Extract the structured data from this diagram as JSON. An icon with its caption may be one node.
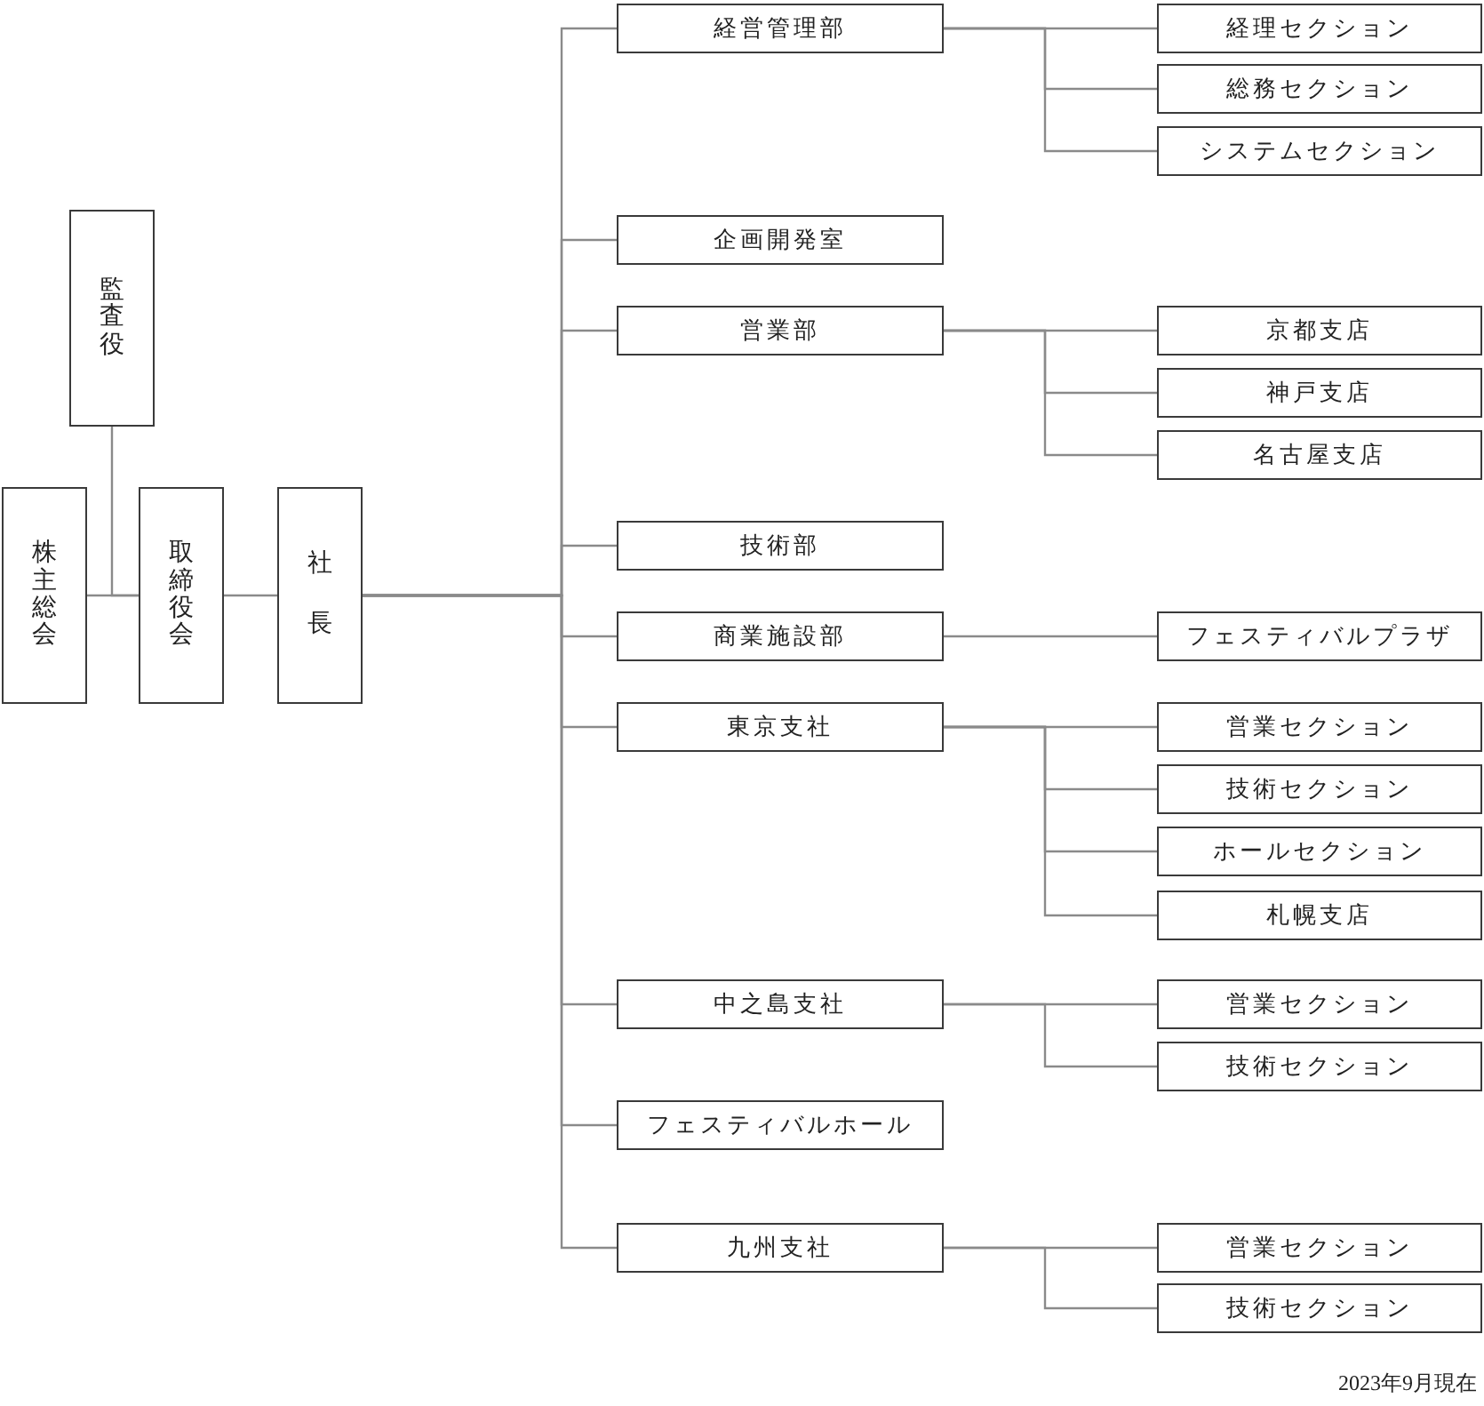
{
  "diagram": {
    "nodes": [
      {
        "text": [
          "監査役"
        ]
      },
      {
        "text": [
          "株主総会"
        ]
      },
      {
        "text": [
          "取締役会"
        ]
      },
      {
        "text": [
          "社長"
        ]
      },
      {
        "text": [
          "経営管理部"
        ]
      },
      {
        "text": [
          "企画開発室"
        ]
      },
      {
        "text": [
          "営業部"
        ]
      },
      {
        "text": [
          "技術部"
        ]
      },
      {
        "text": [
          "商業施設部"
        ]
      },
      {
        "text": [
          "東京支社"
        ]
      },
      {
        "text": [
          "中之島支社"
        ]
      },
      {
        "text": [
          "フェスティバルホール"
        ]
      },
      {
        "text": [
          "九州支社"
        ]
      },
      {
        "text": [
          "経理セクション"
        ]
      },
      {
        "text": [
          "総務セクション"
        ]
      },
      {
        "text": [
          "システムセクション"
        ]
      },
      {
        "text": [
          "京都支店"
        ]
      },
      {
        "text": [
          "神戸支店"
        ]
      },
      {
        "text": [
          "名古屋支店"
        ]
      },
      {
        "text": [
          "フェスティバルプラザ"
        ]
      },
      {
        "text": [
          "営業セクション"
        ]
      },
      {
        "text": [
          "技術セクション"
        ]
      },
      {
        "text": [
          "ホールセクション"
        ]
      },
      {
        "text": [
          "札幌支店"
        ]
      },
      {
        "text": [
          "営業セクション"
        ]
      },
      {
        "text": [
          "技術セクション"
        ]
      },
      {
        "text": [
          "営業セクション"
        ]
      },
      {
        "text": [
          "技術セクション"
        ]
      }
    ],
    "edges": [
      {
        "from": 1,
        "to": 2,
        "arrow": "none"
      },
      {
        "from": 0,
        "to": 2,
        "arrow": "none"
      },
      {
        "from": 2,
        "to": 3,
        "arrow": "none"
      },
      {
        "from": 3,
        "to": 4,
        "arrow": "none"
      },
      {
        "from": 3,
        "to": 5,
        "arrow": "none"
      },
      {
        "from": 3,
        "to": 6,
        "arrow": "none"
      },
      {
        "from": 3,
        "to": 7,
        "arrow": "none"
      },
      {
        "from": 3,
        "to": 8,
        "arrow": "none"
      },
      {
        "from": 3,
        "to": 9,
        "arrow": "none"
      },
      {
        "from": 3,
        "to": 10,
        "arrow": "none"
      },
      {
        "from": 3,
        "to": 11,
        "arrow": "none"
      },
      {
        "from": 3,
        "to": 12,
        "arrow": "none"
      },
      {
        "from": 4,
        "to": 13,
        "arrow": "none"
      },
      {
        "from": 4,
        "to": 14,
        "arrow": "none"
      },
      {
        "from": 4,
        "to": 15,
        "arrow": "none"
      },
      {
        "from": 6,
        "to": 16,
        "arrow": "none"
      },
      {
        "from": 6,
        "to": 17,
        "arrow": "none"
      },
      {
        "from": 6,
        "to": 18,
        "arrow": "none"
      },
      {
        "from": 8,
        "to": 19,
        "arrow": "none"
      },
      {
        "from": 9,
        "to": 20,
        "arrow": "none"
      },
      {
        "from": 9,
        "to": 21,
        "arrow": "none"
      },
      {
        "from": 9,
        "to": 22,
        "arrow": "none"
      },
      {
        "from": 9,
        "to": 23,
        "arrow": "none"
      },
      {
        "from": 10,
        "to": 24,
        "arrow": "none"
      },
      {
        "from": 10,
        "to": 25,
        "arrow": "none"
      },
      {
        "from": 12,
        "to": 26,
        "arrow": "none"
      },
      {
        "from": 12,
        "to": 27,
        "arrow": "none"
      }
    ],
    "labels": [
      "2023年9月現在"
    ]
  }
}
